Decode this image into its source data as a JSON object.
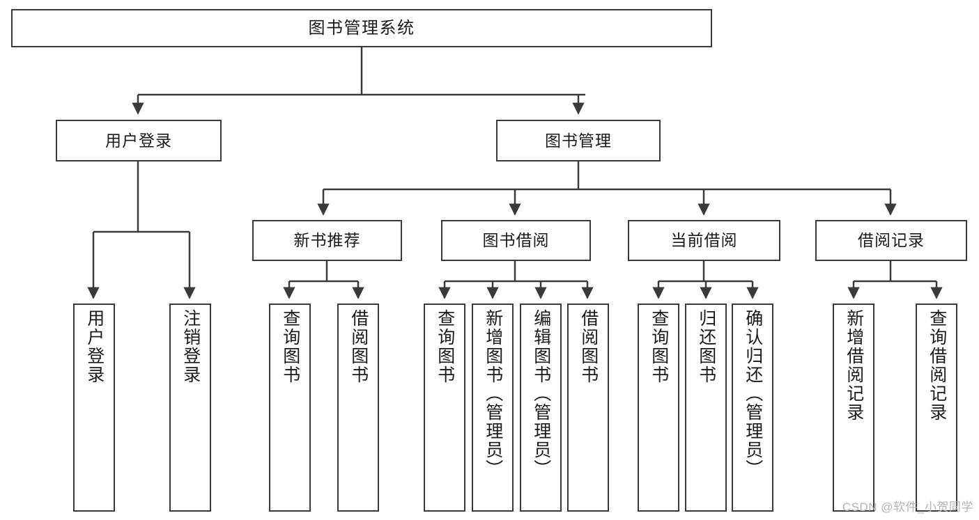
{
  "diagram": {
    "title": "图书管理系统",
    "watermark": "CSDN @软件_小贺同学",
    "accent_color": "#3a3a3a",
    "background_color": "#ffffff",
    "nodes": {
      "root": "图书管理系统",
      "level2": [
        "用户登录",
        "图书管理"
      ],
      "level3": [
        "新书推荐",
        "图书借阅",
        "当前借阅",
        "借阅记录"
      ],
      "leaves": {
        "user_login": [
          "用户登录",
          "注销登录"
        ],
        "new_book_recommend": [
          "查询图书",
          "借阅图书"
        ],
        "book_borrow": [
          "查询图书",
          "新增图书（管理员）",
          "编辑图书（管理员）",
          "借阅图书"
        ],
        "current_borrow": [
          "查询图书",
          "归还图书",
          "确认归还（管理员）"
        ],
        "borrow_record": [
          "新增借阅记录",
          "查询借阅记录"
        ]
      }
    }
  }
}
